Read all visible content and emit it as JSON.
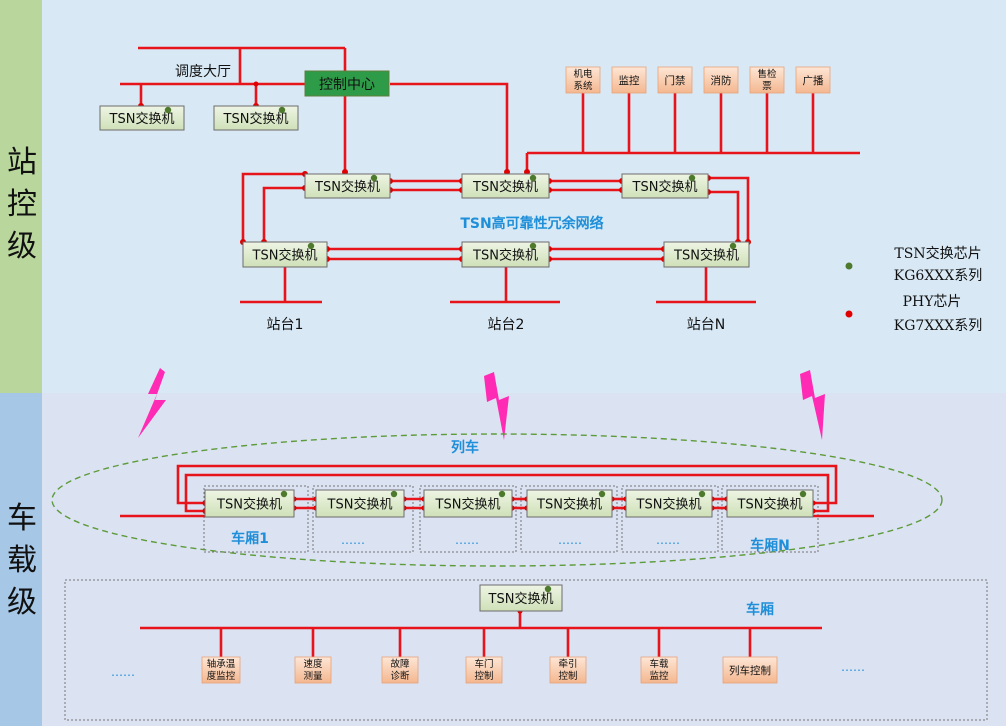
{
  "levels": {
    "station": "站控级",
    "vehicle": "车载级"
  },
  "station": {
    "dispatch_hall": "调度大厅",
    "control_center": "控制中心",
    "switch_label": "TSN交换机",
    "network_label": "TSN高可靠性冗余网络",
    "platforms": [
      "站台1",
      "站台2",
      "站台N"
    ],
    "subsystems": [
      {
        "line1": "机电",
        "line2": "系统"
      },
      {
        "line1": "监控",
        "line2": ""
      },
      {
        "line1": "门禁",
        "line2": ""
      },
      {
        "line1": "消防",
        "line2": ""
      },
      {
        "line1": "售检",
        "line2": "票"
      },
      {
        "line1": "广播",
        "line2": ""
      }
    ]
  },
  "legend": {
    "tsn_chip_line1": "TSN交换芯片",
    "tsn_chip_line2": "KG6XXX系列",
    "phy_chip_line1": "PHY芯片",
    "phy_chip_line2": "KG7XXX系列",
    "tsn_color": "#4e7a2e",
    "phy_color": "#e00000"
  },
  "train": {
    "label": "列车",
    "carriage_first": "车厢1",
    "carriage_last": "车厢N",
    "ellipsis": "……"
  },
  "carriage": {
    "label": "车厢",
    "switch_label": "TSN交换机",
    "ellipsis": "……",
    "devices": [
      {
        "line1": "轴承温",
        "line2": "度监控"
      },
      {
        "line1": "速度",
        "line2": "测量"
      },
      {
        "line1": "故障",
        "line2": "诊断"
      },
      {
        "line1": "车门",
        "line2": "控制"
      },
      {
        "line1": "牵引",
        "line2": "控制"
      },
      {
        "line1": "车载",
        "line2": "监控"
      },
      {
        "line1": "列车控制",
        "line2": ""
      }
    ]
  },
  "colors": {
    "wire": "#e8141c",
    "switch_fill": "#dbe8c8",
    "control_fill": "#2e9b48",
    "accent_text": "#1e8fd8",
    "bolt": "#ff2bb4"
  }
}
